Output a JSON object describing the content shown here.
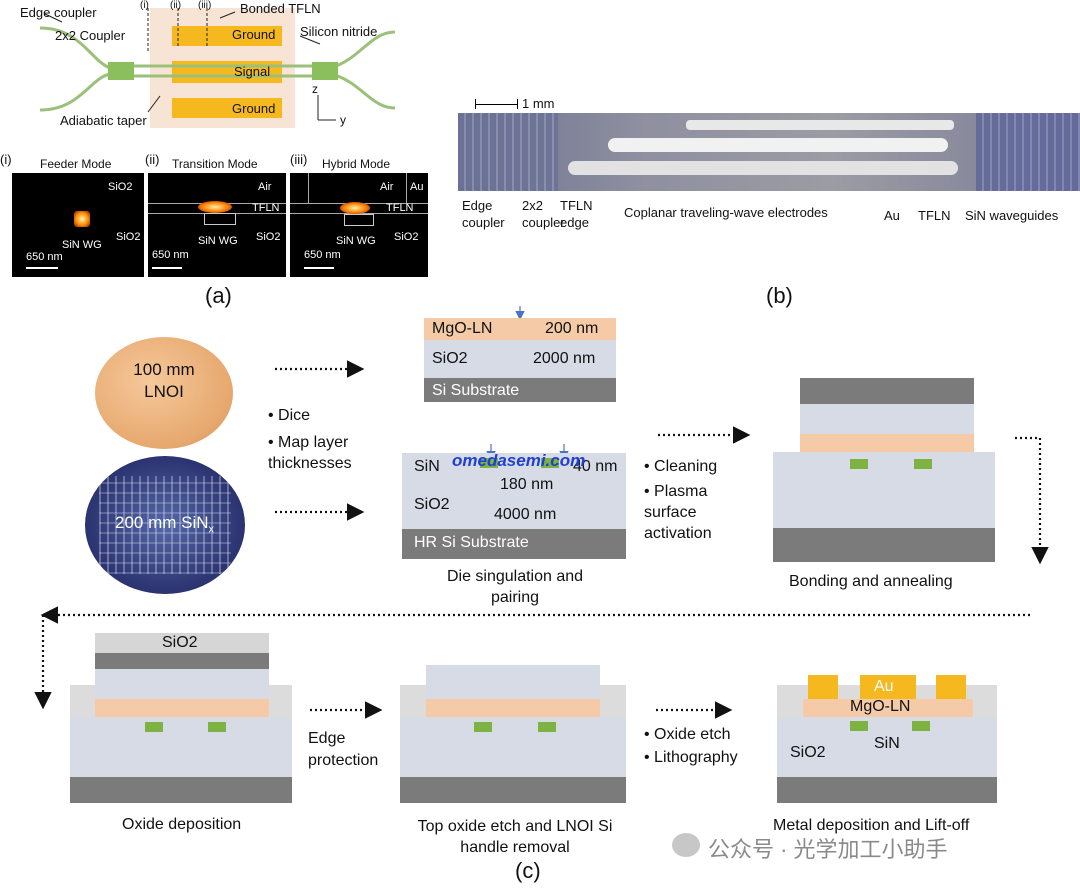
{
  "panel_a": {
    "label": "(a)",
    "edge_coupler": "Edge coupler",
    "coupler_2x2": "2x2 Coupler",
    "adiabatic_taper": "Adiabatic taper",
    "marker_i": "(i)",
    "marker_ii": "(ii)",
    "marker_iii": "(iii)",
    "bonded_tfln": "Bonded TFLN",
    "silicon_nitride": "Silicon nitride",
    "ground_top": "Ground",
    "signal": "Signal",
    "ground_bottom": "Ground",
    "axis_z": "z",
    "axis_y": "y",
    "modes": [
      {
        "marker": "(i)",
        "title": "Feeder Mode",
        "labels": [
          "SiO2",
          "SiO2",
          "SiN WG"
        ],
        "scale": "650 nm"
      },
      {
        "marker": "(ii)",
        "title": "Transition Mode",
        "labels": [
          "Air",
          "TFLN",
          "SiN WG",
          "SiO2"
        ],
        "scale": "650 nm"
      },
      {
        "marker": "(iii)",
        "title": "Hybrid Mode",
        "labels": [
          "Air",
          "Au",
          "TFLN",
          "SiN WG",
          "SiO2"
        ],
        "scale": "650 nm"
      }
    ]
  },
  "panel_b": {
    "label": "(b)",
    "scale": "1 mm",
    "labels": {
      "edge_coupler": "Edge coupler",
      "coupler_2x2": "2x2 coupler",
      "tfln_edge": "TFLN edge",
      "electrodes": "Coplanar traveling-wave electrodes",
      "au": "Au",
      "tfln": "TFLN",
      "sin_waveguides": "SiN waveguides"
    }
  },
  "panel_c": {
    "label": "(c)",
    "lnoi_wafer": "100 mm LNOI",
    "sin_wafer": "200 mm SiN",
    "sin_wafer_sub": "x",
    "dice_bullets": [
      "Dice",
      "Map layer thicknesses"
    ],
    "lnoi_stack": {
      "top": "MgO-LN",
      "top_thick": "200 nm",
      "mid": "SiO2",
      "mid_thick": "2000 nm",
      "sub": "Si Substrate"
    },
    "sin_stack": {
      "sin": "SiN",
      "sin_thick": "40 nm",
      "gap_thick": "180 nm",
      "sio2": "SiO2",
      "sio2_thick": "4000 nm",
      "sub": "HR Si Substrate"
    },
    "die_caption": "Die singulation and pairing",
    "clean_bullets": [
      "Cleaning",
      "Plasma surface activation"
    ],
    "bond_caption": "Bonding and annealing",
    "oxide_caption": "Oxide deposition",
    "oxide_layer": "SiO2",
    "edge_protection": "Edge protection",
    "etch_caption": "Top oxide etch and LNOI Si handle removal",
    "litho_bullets": [
      "Oxide etch",
      "Lithography"
    ],
    "final_au": "Au",
    "final_ln": "MgO-LN",
    "final_sin": "SiN",
    "final_sio2": "SiO2",
    "metal_caption": "Metal deposition and Lift-off"
  },
  "watermark": {
    "top": "omedasemi.com",
    "bottom": "公众号 · 光学加工小助手"
  },
  "colors": {
    "gold": "#f5b81f",
    "ln": "#f4cba6",
    "oxide": "#d6dbe5",
    "si": "#7b7b7b",
    "sin": "#7cb342",
    "arrow": "#4a72c4"
  }
}
